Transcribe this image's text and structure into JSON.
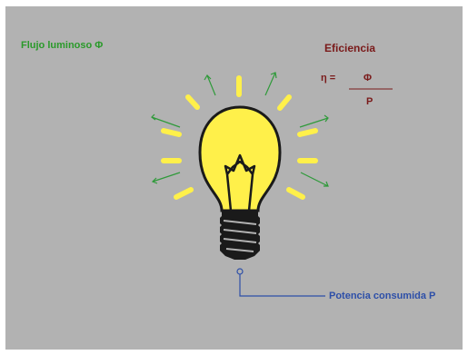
{
  "labels": {
    "luminous_flux": "Flujo luminoso Φ",
    "efficiency_title": "Eficiencia",
    "eta_lhs": "η =",
    "numerator": "Φ",
    "denominator": "P",
    "power_consumed": "Potencia consumida P"
  },
  "colors": {
    "background": "#b2b2b2",
    "flux_text": "#2a9a2a",
    "flux_arrows": "#2f9a3a",
    "efficiency_text": "#7a1a1a",
    "power_text": "#2d4fa8",
    "bulb_glass": "#fff04a",
    "rays": "#fff04a",
    "outline": "#1a1a1a"
  }
}
